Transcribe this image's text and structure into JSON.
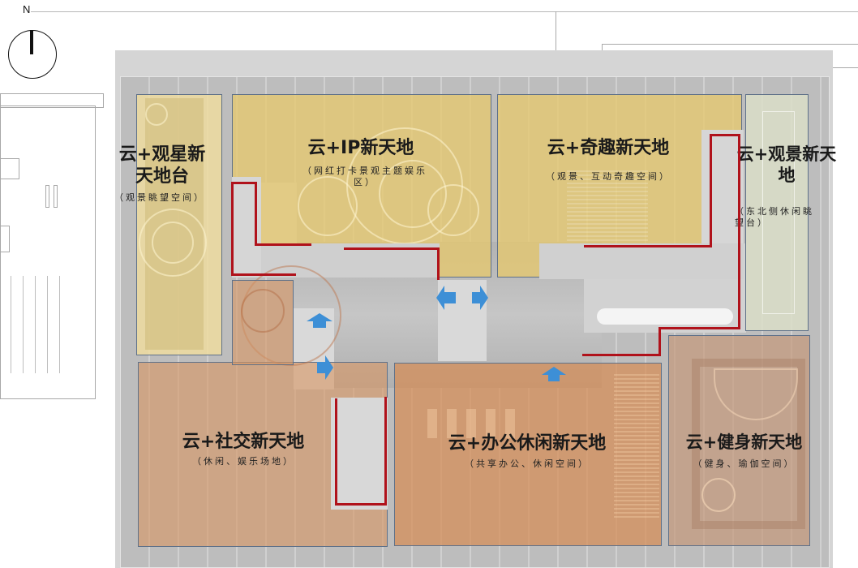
{
  "compass": {
    "label": "N"
  },
  "colors": {
    "route_red": "#b0121b",
    "arrow_blue": "#3d8fd6",
    "zone_yellow": "#e6c86e",
    "zone_peach": "#d6966a",
    "zone_tan": "#c49678",
    "zone_border": "#5f7189"
  },
  "zones": [
    {
      "id": "stargazing",
      "title_line1": "云+观星新",
      "title_line2": "天地台",
      "subtitle": "（观景眺望空间）"
    },
    {
      "id": "ip",
      "title": "云+IP新天地",
      "subtitle_line1": "（网红打卡景观主题娱乐",
      "subtitle_line2": "区）"
    },
    {
      "id": "fun",
      "title": "云+奇趣新天地",
      "subtitle": "（观景、互动奇趣空间）"
    },
    {
      "id": "scenic",
      "title_line1": "云+观景新天",
      "title_line2": "地",
      "subtitle_line1": "（东北侧休闲眺",
      "subtitle_line2": "望台）"
    },
    {
      "id": "social",
      "title": "云+社交新天地",
      "subtitle": "（休闲、娱乐场地）"
    },
    {
      "id": "office",
      "title": "云+办公休闲新天地",
      "subtitle": "（共享办公、休闲空间）"
    },
    {
      "id": "fitness",
      "title": "云+健身新天地",
      "subtitle": "（健身、瑜伽空间）"
    }
  ],
  "arrows": [
    {
      "id": "arrow-up-left",
      "direction": "up"
    },
    {
      "id": "arrow-right-left",
      "direction": "right"
    },
    {
      "id": "arrow-left-center",
      "direction": "left"
    },
    {
      "id": "arrow-right-center",
      "direction": "right"
    },
    {
      "id": "arrow-up-office",
      "direction": "up"
    }
  ]
}
